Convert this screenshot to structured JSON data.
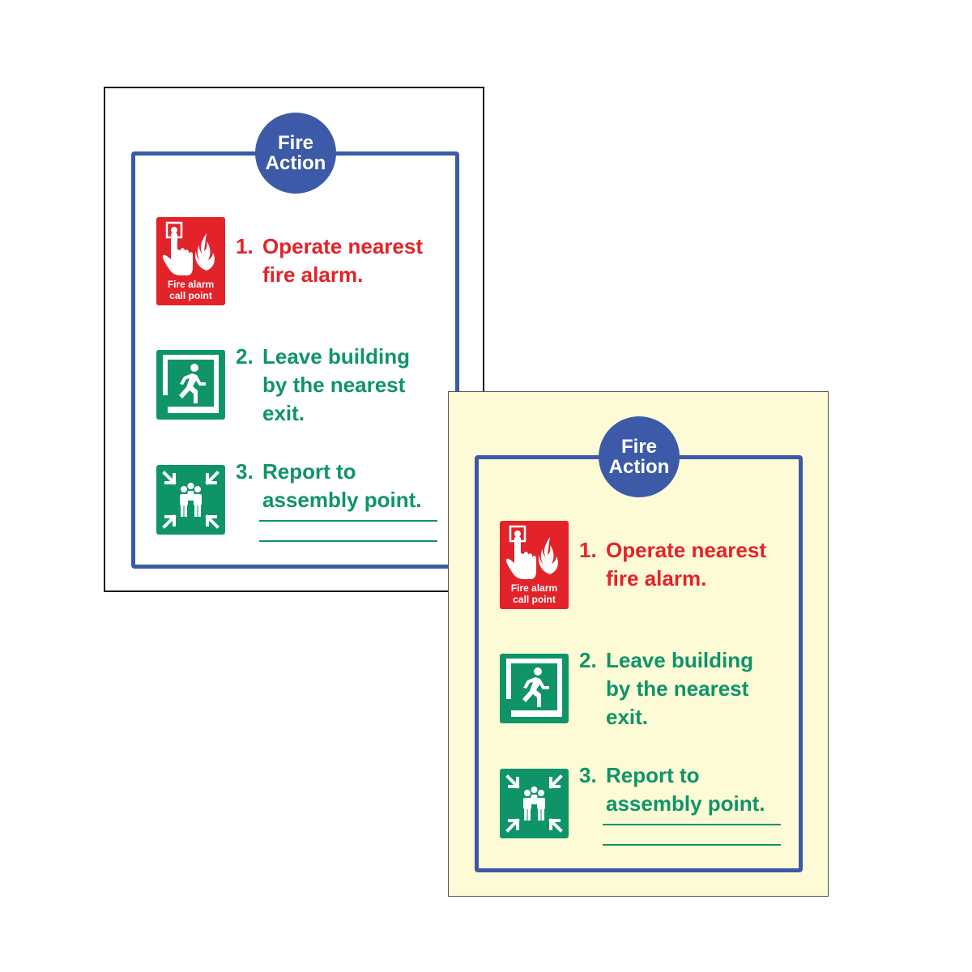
{
  "signs": [
    {
      "variant": "white",
      "badge": {
        "line1": "Fire",
        "line2": "Action"
      },
      "alarm_icon": {
        "caption_line1": "Fire alarm",
        "caption_line2": "call point"
      },
      "steps": [
        {
          "number": "1.",
          "lines": [
            "Operate nearest",
            "fire alarm."
          ]
        },
        {
          "number": "2.",
          "lines": [
            "Leave building",
            "by the nearest",
            "exit."
          ]
        },
        {
          "number": "3.",
          "lines": [
            "Report to",
            "assembly point."
          ]
        }
      ]
    },
    {
      "variant": "photoluminescent",
      "badge": {
        "line1": "Fire",
        "line2": "Action"
      },
      "alarm_icon": {
        "caption_line1": "Fire alarm",
        "caption_line2": "call point"
      },
      "steps": [
        {
          "number": "1.",
          "lines": [
            "Operate nearest",
            "fire alarm."
          ]
        },
        {
          "number": "2.",
          "lines": [
            "Leave building",
            "by the nearest",
            "exit."
          ]
        },
        {
          "number": "3.",
          "lines": [
            "Report to",
            "assembly point."
          ]
        }
      ]
    }
  ],
  "colors": {
    "frame_blue": "#3c5aa8",
    "fire_red": "#e3232a",
    "safe_green": "#0f9469",
    "glow_background": "#fdfbd6"
  },
  "icons": [
    "fire-alarm-call-point-icon",
    "running-man-exit-icon",
    "assembly-point-icon"
  ]
}
